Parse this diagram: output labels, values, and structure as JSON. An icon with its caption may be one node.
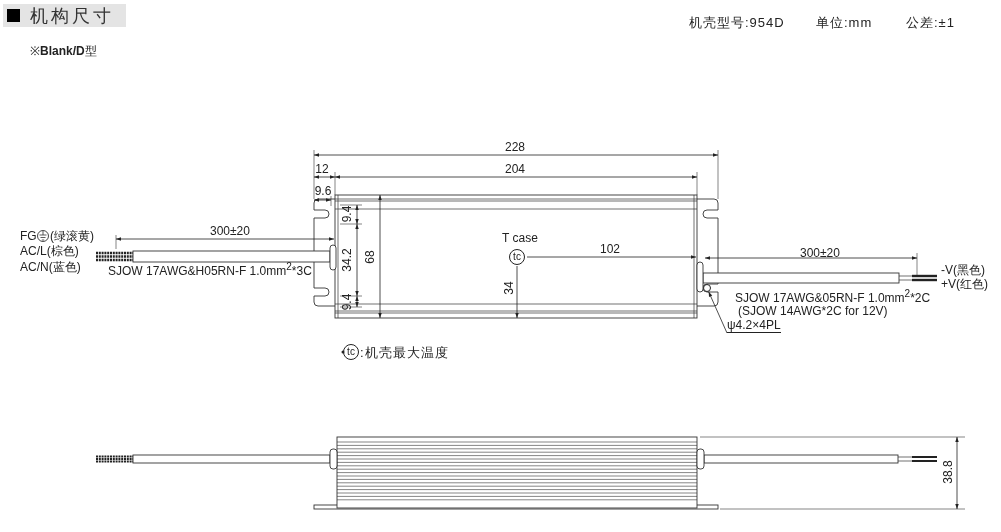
{
  "diagram": {
    "title": "机构尺寸",
    "nodes": [
      {
        "text": [
          "tc"
        ],
        "beside": [
          "T case"
        ]
      },
      {
        "text": [
          "ψ4.2×4PL"
        ]
      },
      {
        "text": [],
        "shape": "circle"
      }
    ],
    "edges": [
      {
        "from": 1,
        "to": 2,
        "arrow": "to"
      }
    ],
    "labels": [
      "机壳型号:954D",
      "单位:mm",
      "公差:±1",
      "※**Blank/D**型",
      "228",
      "12",
      "204",
      "9.6",
      "9.4",
      "FG",
      "(绿滚黄)",
      "300±20",
      "AC/L(棕色)",
      "AC/N(蓝色)",
      "34.2",
      "68",
      "SJOW 17AWG&H05RN-F 1.0mm$^{2}$*3C",
      "102",
      "300±20",
      "-V(黑色)",
      "34",
      "+V(红色)",
      "9.4",
      "SJOW 17AWG&05RN-F 1.0mm$^{2}$*2C",
      "(SJOW 14AWG*2C for 12V)",
      "tc",
      ":机壳最大温度",
      "38.8"
    ]
  }
}
